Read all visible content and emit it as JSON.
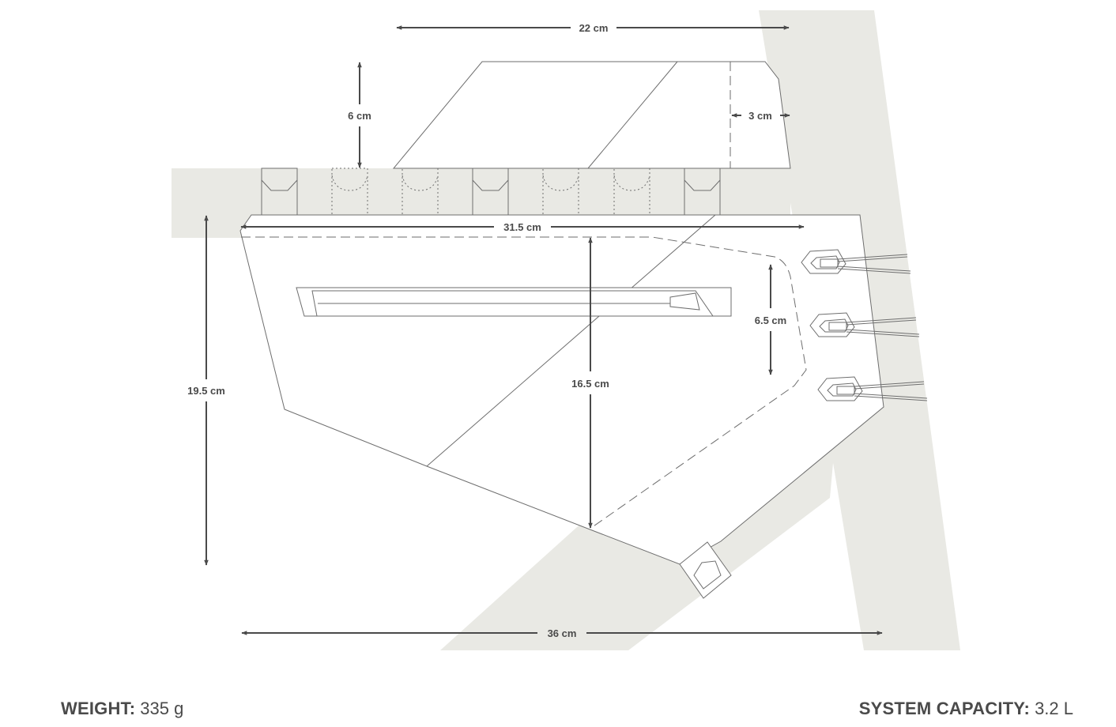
{
  "dimensions": {
    "top_width": "22 cm",
    "top_height": "6 cm",
    "top_depth": "3 cm",
    "main_width": "31.5 cm",
    "main_height": "19.5 cm",
    "inner_height": "16.5 cm",
    "side_height": "6.5 cm",
    "bottom_width": "36 cm"
  },
  "specs": {
    "weight_label": "WEIGHT:",
    "weight_value": "335 g",
    "capacity_label": "SYSTEM CAPACITY:",
    "capacity_value": "3.2 L"
  },
  "colors": {
    "frame_fill": "#e9e9e4",
    "line": "#6e6e6e",
    "dimension": "#4a4a4a"
  }
}
